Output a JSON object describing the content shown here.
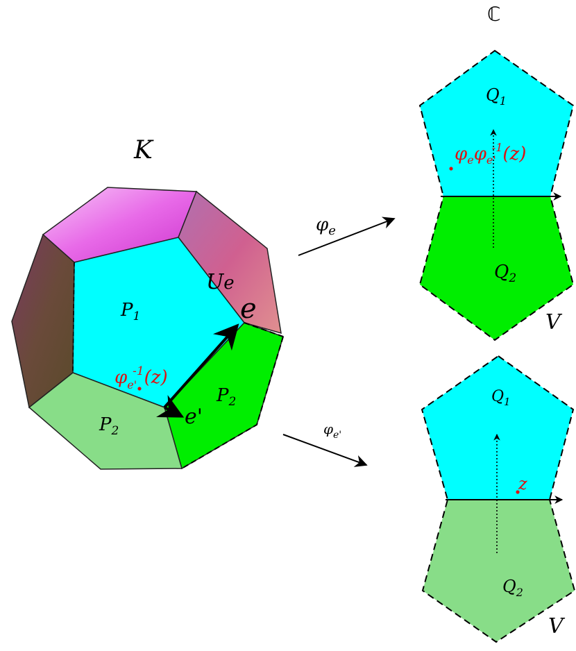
{
  "dodecahedron": {
    "label": "K",
    "face_p1": "P",
    "face_p1_sub": "1",
    "face_p2_right": "P",
    "face_p2_right_sub": "2",
    "face_p2_bottom": "P",
    "face_p2_bottom_sub": "2",
    "region_u": "U",
    "region_u_sub": "e",
    "edge_e": "e",
    "edge_e_prime": "e'",
    "point_label_phi": "φ",
    "point_label_sub": "e'",
    "point_label_sup": "-1",
    "point_label_arg": "(z)"
  },
  "complex_plane": {
    "symbol": "ℂ"
  },
  "map_e": {
    "phi": "φ",
    "sub": "e"
  },
  "map_e_prime": {
    "phi": "φ",
    "sub": "e'"
  },
  "top_panel": {
    "q1": "Q",
    "q1_sub": "1",
    "q2": "Q",
    "q2_sub": "2",
    "v": "V",
    "point_phi1": "φ",
    "point_sub1": "e",
    "point_phi2": "φ",
    "point_sub2": "e'",
    "point_sup": "-1",
    "point_arg": "(z)"
  },
  "bottom_panel": {
    "q1": "Q",
    "q1_sub": "1",
    "q2": "Q",
    "q2_sub": "2",
    "v": "V",
    "z": "z"
  },
  "colors": {
    "cyan": "#00ffff",
    "green": "#00ee00",
    "light_green": "#88dd88",
    "red": "#dd1111",
    "magenta": "#ee66ee"
  }
}
